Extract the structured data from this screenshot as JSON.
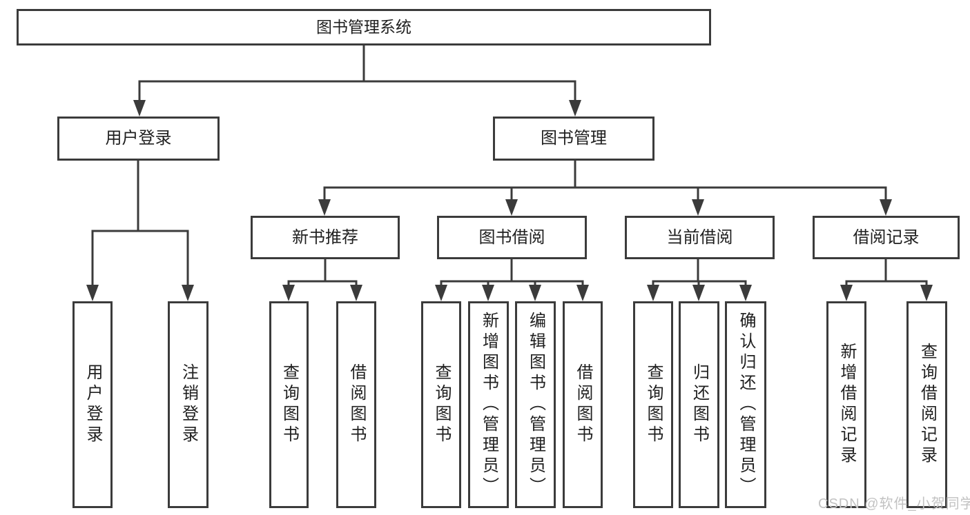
{
  "diagram": {
    "title": "图书管理系统",
    "root": {
      "label": "图书管理系统"
    },
    "level2": [
      {
        "label": "用户登录"
      },
      {
        "label": "图书管理"
      }
    ],
    "level3": [
      {
        "label": "新书推荐",
        "parent": "图书管理"
      },
      {
        "label": "图书借阅",
        "parent": "图书管理"
      },
      {
        "label": "当前借阅",
        "parent": "图书管理"
      },
      {
        "label": "借阅记录",
        "parent": "图书管理"
      }
    ],
    "leaves": [
      {
        "label": "用户登录",
        "parent": "用户登录"
      },
      {
        "label": "注销登录",
        "parent": "用户登录"
      },
      {
        "label": "查询图书",
        "parent": "新书推荐"
      },
      {
        "label": "借阅图书",
        "parent": "新书推荐"
      },
      {
        "label": "查询图书",
        "parent": "图书借阅"
      },
      {
        "label": "新增图书（管理员）",
        "parent": "图书借阅"
      },
      {
        "label": "编辑图书（管理员）",
        "parent": "图书借阅"
      },
      {
        "label": "借阅图书",
        "parent": "图书借阅"
      },
      {
        "label": "查询图书",
        "parent": "当前借阅"
      },
      {
        "label": "归还图书",
        "parent": "当前借阅"
      },
      {
        "label": "确认归还（管理员）",
        "parent": "当前借阅"
      },
      {
        "label": "新增借阅记录",
        "parent": "借阅记录"
      },
      {
        "label": "查询借阅记录",
        "parent": "借阅记录"
      }
    ]
  },
  "watermark": {
    "text": "CSDN @软件_小贺同学"
  },
  "colors": {
    "line": "#3b3b3b",
    "box_border": "#3b3b3b",
    "box_fill": "#ffffff",
    "text": "#1f1f1f",
    "watermark": "#c2c2c2"
  }
}
